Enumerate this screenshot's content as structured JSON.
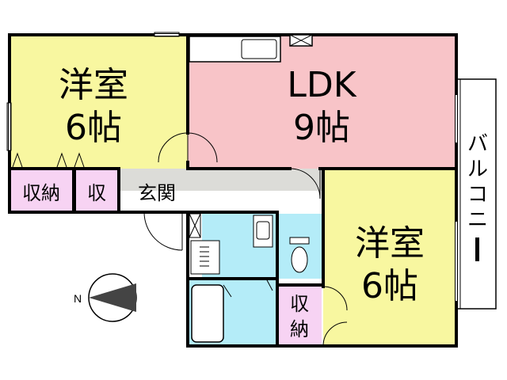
{
  "rooms": {
    "western_room_1": {
      "name": "洋室",
      "size": "6帖"
    },
    "ldk": {
      "name": "LDK",
      "size": "9帖"
    },
    "western_room_2": {
      "name": "洋室",
      "size": "6帖"
    },
    "entrance": {
      "name": "玄関"
    },
    "storage_1": {
      "name": "収納"
    },
    "storage_2": {
      "name": "収"
    },
    "storage_3": {
      "line1": "収",
      "line2": "納"
    },
    "balcony": {
      "chars": [
        "バ",
        "ル",
        "コ",
        "ニ",
        "ー"
      ]
    }
  },
  "compass": {
    "label": "N"
  },
  "colors": {
    "western_room": "#f8f7a0",
    "ldk": "#f8c4c8",
    "storage": "#f7d3f3",
    "wet_area": "#b4ecf8",
    "entrance": "#dcdcd8",
    "wall": "#000000"
  }
}
